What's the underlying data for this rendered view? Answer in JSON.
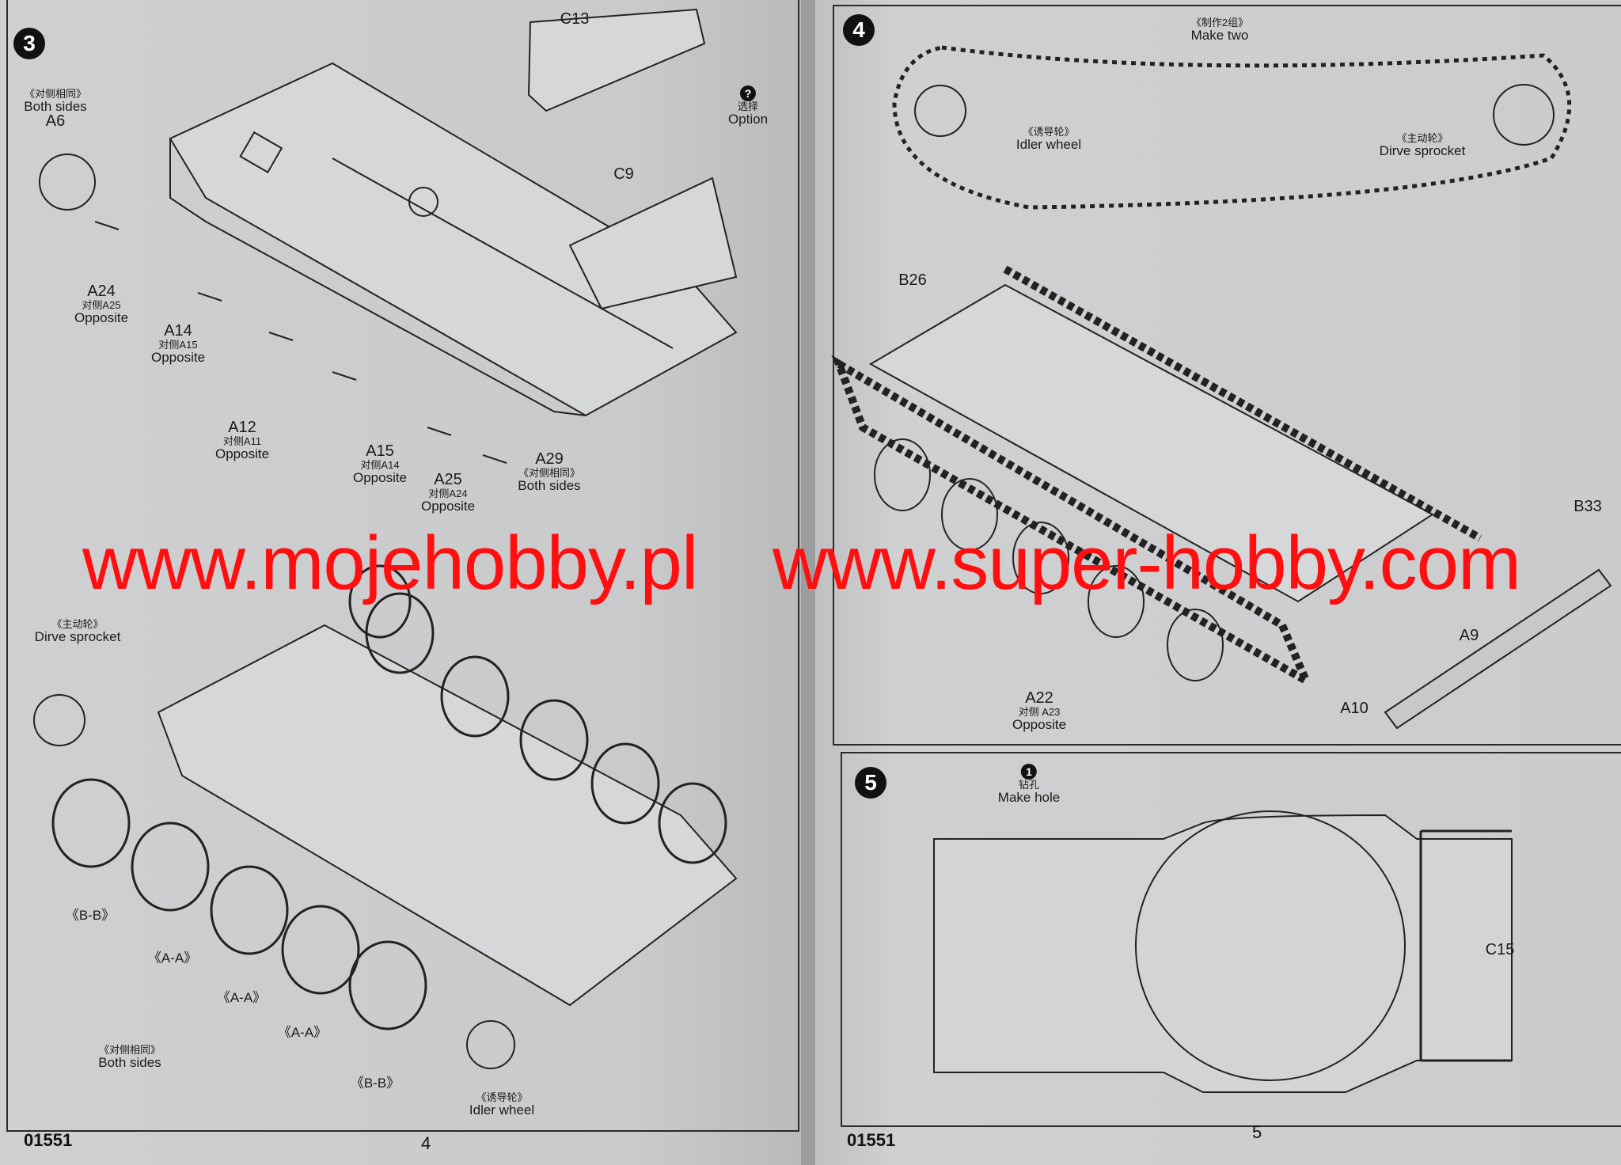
{
  "left_page": {
    "step": "3",
    "catalog_no": "01551",
    "page_number": "4",
    "step3_labels": {
      "c13": "C13",
      "option_cn": "选择",
      "option": "Option",
      "option_icon": "?",
      "c9": "C9",
      "a6_note_cn": "《对侧相同》",
      "a6_note": "Both sides",
      "a6": "A6",
      "a24": "A24",
      "a24_cn": "对侧A25",
      "a24_note": "Opposite",
      "a14": "A14",
      "a14_cn": "对侧A15",
      "a14_note": "Opposite",
      "a12": "A12",
      "a12_cn": "对侧A11",
      "a12_note": "Opposite",
      "a15": "A15",
      "a15_cn": "对侧A14",
      "a15_note": "Opposite",
      "a25": "A25",
      "a25_cn": "对侧A24",
      "a25_note": "Opposite",
      "a29": "A29",
      "a29_cn": "《对侧相同》",
      "a29_note": "Both sides"
    },
    "wheels_labels": {
      "sprocket_cn": "《主动轮》",
      "sprocket": "Dirve sprocket",
      "bb1": "《B-B》",
      "aa1": "《A-A》",
      "aa2": "《A-A》",
      "aa3": "《A-A》",
      "bb2": "《B-B》",
      "both_cn": "《对侧相同》",
      "both": "Both sides",
      "idler_cn": "《诱导轮》",
      "idler": "Idler wheel"
    }
  },
  "right_page": {
    "step4": "4",
    "step5": "5",
    "catalog_no": "01551",
    "page_number": "5",
    "step4_labels": {
      "make_two_cn": "《制作2组》",
      "make_two": "Make two",
      "idler_cn": "《诱导轮》",
      "idler": "Idler wheel",
      "sprocket_cn": "《主动轮》",
      "sprocket": "Dirve sprocket",
      "b26": "B26",
      "b33": "B33",
      "a9": "A9",
      "a10": "A10",
      "a22": "A22",
      "a22_cn": "对侧 A23",
      "a22_note": "Opposite"
    },
    "step5_labels": {
      "drill_icon": "1",
      "make_hole_cn": "钻孔",
      "make_hole": "Make hole",
      "c15": "C15"
    }
  },
  "watermarks": {
    "left": "www.mojehobby.pl",
    "right": "www.super-hobby.com"
  },
  "colors": {
    "watermark": "#ff0f0f",
    "paper": "#cbcccd",
    "ink": "#1a1a1a"
  }
}
